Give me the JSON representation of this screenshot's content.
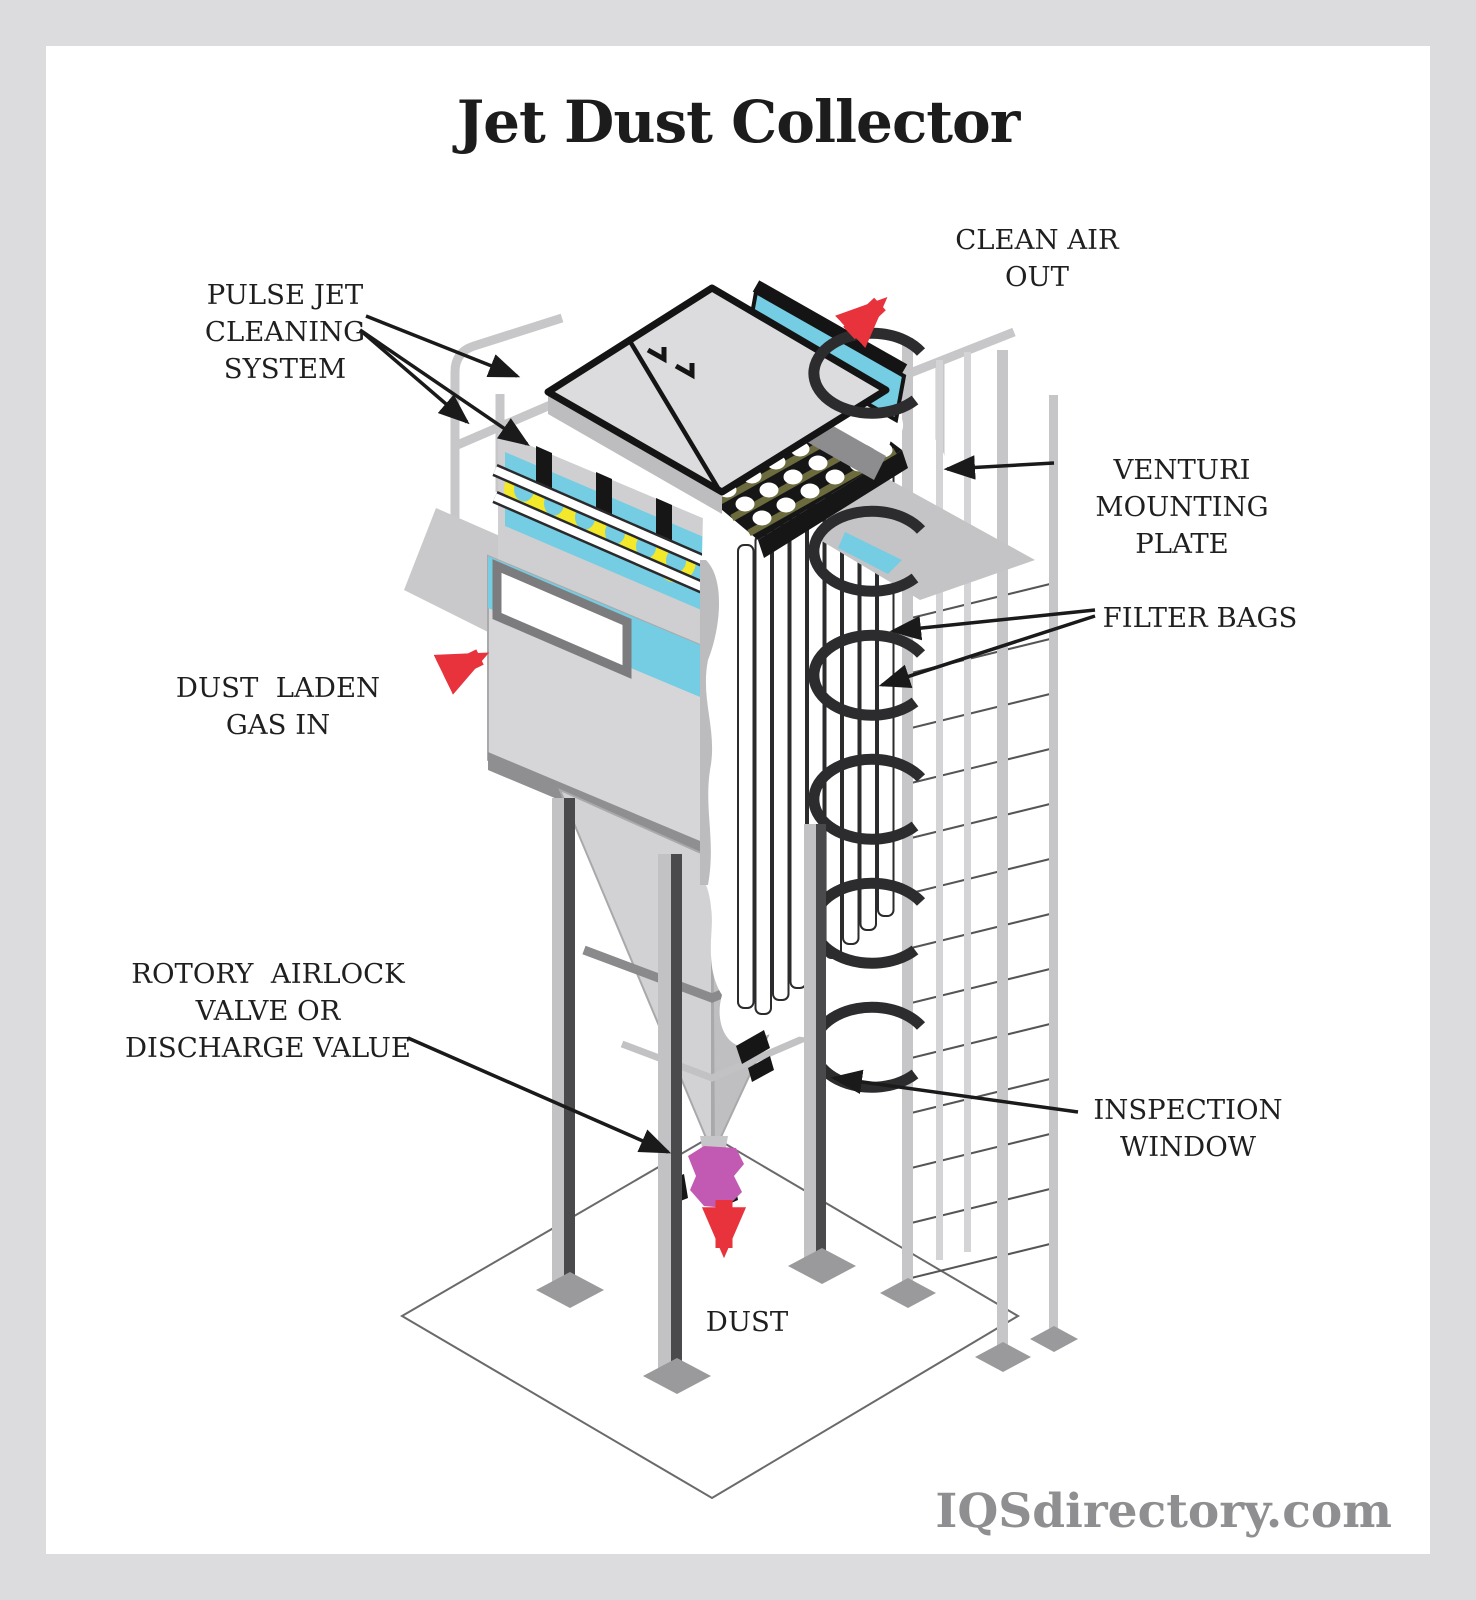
{
  "title": "Jet Dust Collector",
  "watermark": "IQSdirectory.com",
  "colors": {
    "accent_red": "#e8323c",
    "teal": "#74cde2",
    "hose_yellow": "#f3e829",
    "valve_magenta": "#c25ab4",
    "frame_gray": "#dcdcde",
    "machine_gray": "#d6d6d8",
    "ink": "#1f1f1f",
    "watermark_gray": "#8f8f91"
  },
  "labels": {
    "pulse_jet_cleaning_system": {
      "lines": [
        "PULSE JET",
        "CLEANING",
        "SYSTEM"
      ]
    },
    "clean_air_out": {
      "lines": [
        "CLEAN AIR",
        "OUT"
      ]
    },
    "venturi_mounting_plate": {
      "lines": [
        "VENTURI",
        "MOUNTING",
        "PLATE"
      ]
    },
    "filter_bags": {
      "lines": [
        "FILTER BAGS"
      ]
    },
    "dust_laden_gas_in": {
      "lines": [
        "DUST  LADEN",
        "GAS IN"
      ]
    },
    "rotary_airlock_valve": {
      "lines": [
        "ROTORY  AIRLOCK",
        "VALVE OR",
        "DISCHARGE VALUE"
      ]
    },
    "inspection_window": {
      "lines": [
        "INSPECTION",
        "WINDOW"
      ]
    },
    "dust_out": {
      "lines": [
        "DUST"
      ]
    }
  }
}
